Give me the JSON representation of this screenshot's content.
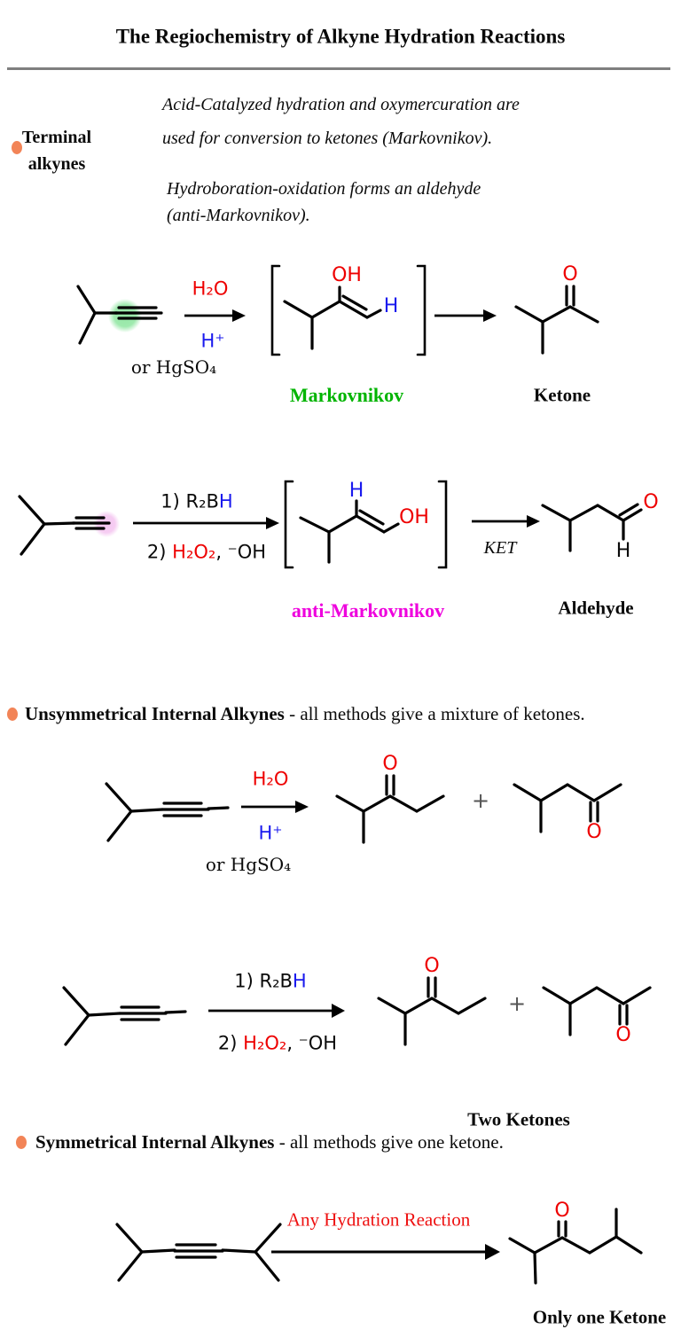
{
  "title": "The Regiochemistry of Alkyne Hydration Reactions",
  "colors": {
    "accent_red": "#ee0000",
    "accent_blue": "#1a1aee",
    "markovnikov_green": "#00b400",
    "anti_markovnikov_magenta": "#ee00dd",
    "bullet_orange": "#f28457",
    "highlight_green": "#8ee6a0",
    "highlight_pink": "#f4c4f0",
    "rule_gray": "#7f7f7f"
  },
  "terminal_section": {
    "label_line1": "Terminal",
    "label_line2": "alkynes",
    "note1_line1": "Acid-Catalyzed hydration and oxymercuration are",
    "note1_line2": "used for conversion to ketones (Markovnikov).",
    "note2_line1": "Hydroboration-oxidation forms an aldehyde",
    "note2_line2": "(anti-Markovnikov)."
  },
  "reaction1": {
    "reagent_top": "H₂O",
    "reagent_bottom": "H⁺",
    "reagent_alt": "or HgSO₄",
    "enol_oh": "OH",
    "enol_h": "H",
    "mechanism_label": "Markovnikov",
    "product_o": "O",
    "product_label": "Ketone"
  },
  "reaction2": {
    "step1_black": "1) R₂B",
    "step1_blue": "H",
    "step2_black": "2) ",
    "step2_red": "H₂O₂",
    "step2_tail": ", ⁻OH",
    "enol_h": "H",
    "enol_oh": "OH",
    "mechanism_label": "anti-Markovnikov",
    "arrow_note": "KET",
    "product_o": "O",
    "product_h": "H",
    "product_label": "Aldehyde"
  },
  "unsymmetrical_section": {
    "heading_bold": "Unsymmetrical Internal Alkynes",
    "heading_rest": " - all methods give a mixture of ketones."
  },
  "reaction3": {
    "reagent_top": "H₂O",
    "reagent_bottom": "H⁺",
    "reagent_alt": "or HgSO₄",
    "ketone_a_o": "O",
    "plus": "+",
    "ketone_b_o": "O"
  },
  "reaction4": {
    "step1_black": "1) R₂B",
    "step1_blue": "H",
    "step2_black": "2) ",
    "step2_red": "H₂O₂",
    "step2_tail": ", ⁻OH",
    "ketone_a_o": "O",
    "plus": "+",
    "ketone_b_o": "O",
    "products_label": "Two Ketones"
  },
  "symmetrical_section": {
    "heading_bold": "Symmetrical Internal Alkynes",
    "heading_rest": " - all methods give one ketone."
  },
  "reaction5": {
    "arrow_label": "Any Hydration Reaction",
    "product_o": "O",
    "product_label": "Only one Ketone"
  }
}
